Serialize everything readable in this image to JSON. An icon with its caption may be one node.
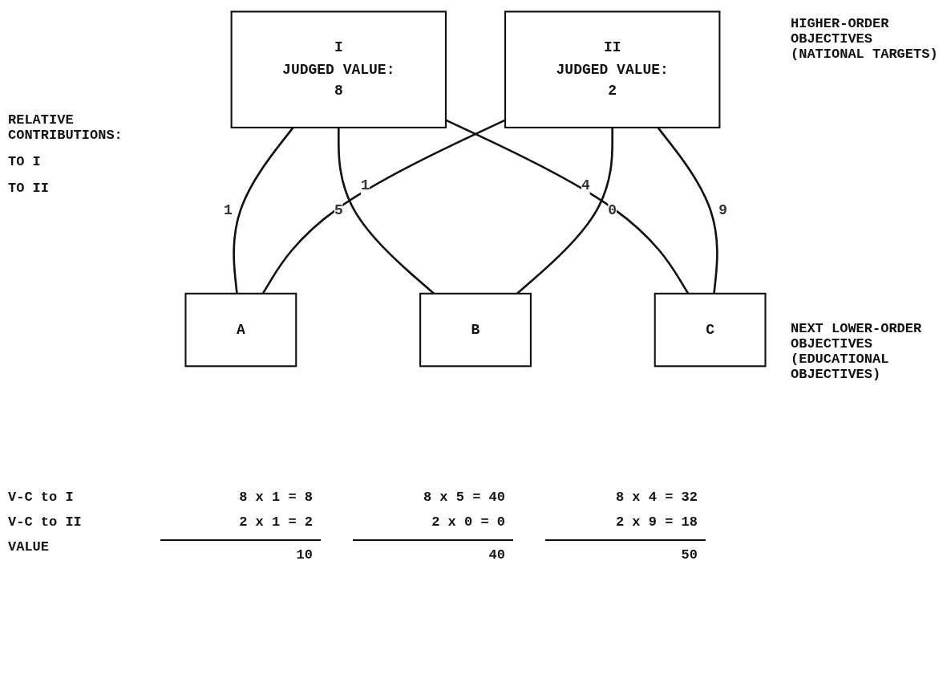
{
  "diagram": {
    "nodes": [
      {
        "text": [
          "I",
          "JUDGED VALUE:",
          "8"
        ]
      },
      {
        "text": [
          "II",
          "JUDGED VALUE:",
          "2"
        ]
      },
      {
        "text": [
          "A"
        ]
      },
      {
        "text": [
          "B"
        ]
      },
      {
        "text": [
          "C"
        ]
      }
    ],
    "edges": [
      {
        "from": 0,
        "to": 2,
        "arrow": "none",
        "label": "1"
      },
      {
        "from": 0,
        "to": 3,
        "arrow": "none",
        "label": "5"
      },
      {
        "from": 0,
        "to": 4,
        "arrow": "none",
        "label": "4"
      },
      {
        "from": 1,
        "to": 2,
        "arrow": "none",
        "label": "1"
      },
      {
        "from": 1,
        "to": 3,
        "arrow": "none",
        "label": "0"
      },
      {
        "from": 1,
        "to": 4,
        "arrow": "none",
        "label": "9"
      }
    ],
    "labels": [
      "HIGHER-ORDER OBJECTIVES (NATIONAL TARGETS)",
      "RELATIVE CONTRIBUTIONS:",
      "TO I",
      "TO II",
      "NEXT LOWER-ORDER OBJECTIVES (EDUCATIONAL OBJECTIVES)",
      "V-C to I",
      "8 x 1 = 8",
      "8 x 5 = 40",
      "8 x 4 = 32",
      "V-C to II",
      "2 x 1 = 2",
      "2 x 0 = 0",
      "2 x 9 = 18",
      "VALUE",
      "10",
      "40",
      "50"
    ]
  }
}
